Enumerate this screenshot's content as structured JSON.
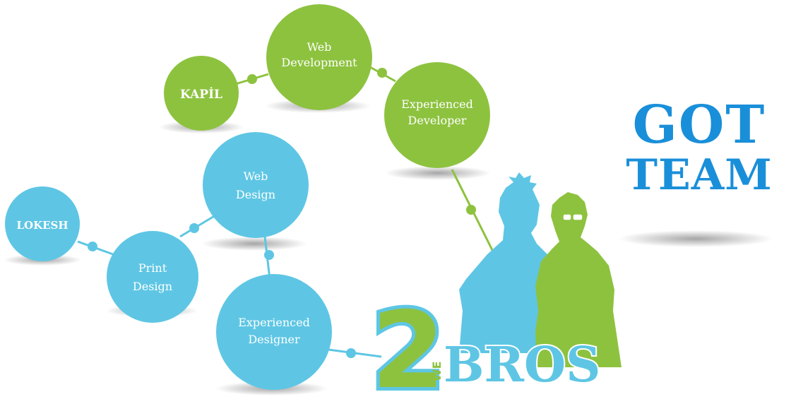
{
  "diagram": {
    "headline": {
      "line1": "GOT",
      "line2": "TEAM"
    },
    "logo": {
      "number": "2",
      "small": "WE",
      "word": "BROS"
    },
    "colors": {
      "green": "#8dc23f",
      "blue": "#5ec6e4",
      "dark_blue": "#1a8fd9",
      "connector_green": "#8dc23f",
      "connector_blue": "#5ec6e4"
    },
    "green_team": {
      "name": "KAPİL",
      "nodes": [
        {
          "line1": "Web",
          "line2": "Development"
        },
        {
          "line1": "Experienced",
          "line2": "Developer"
        }
      ]
    },
    "blue_team": {
      "name": "LOKESH",
      "nodes": [
        {
          "line1": "Print",
          "line2": "Design"
        },
        {
          "line1": "Web",
          "line2": "Design"
        },
        {
          "line1": "Experienced",
          "line2": "Designer"
        }
      ]
    }
  }
}
